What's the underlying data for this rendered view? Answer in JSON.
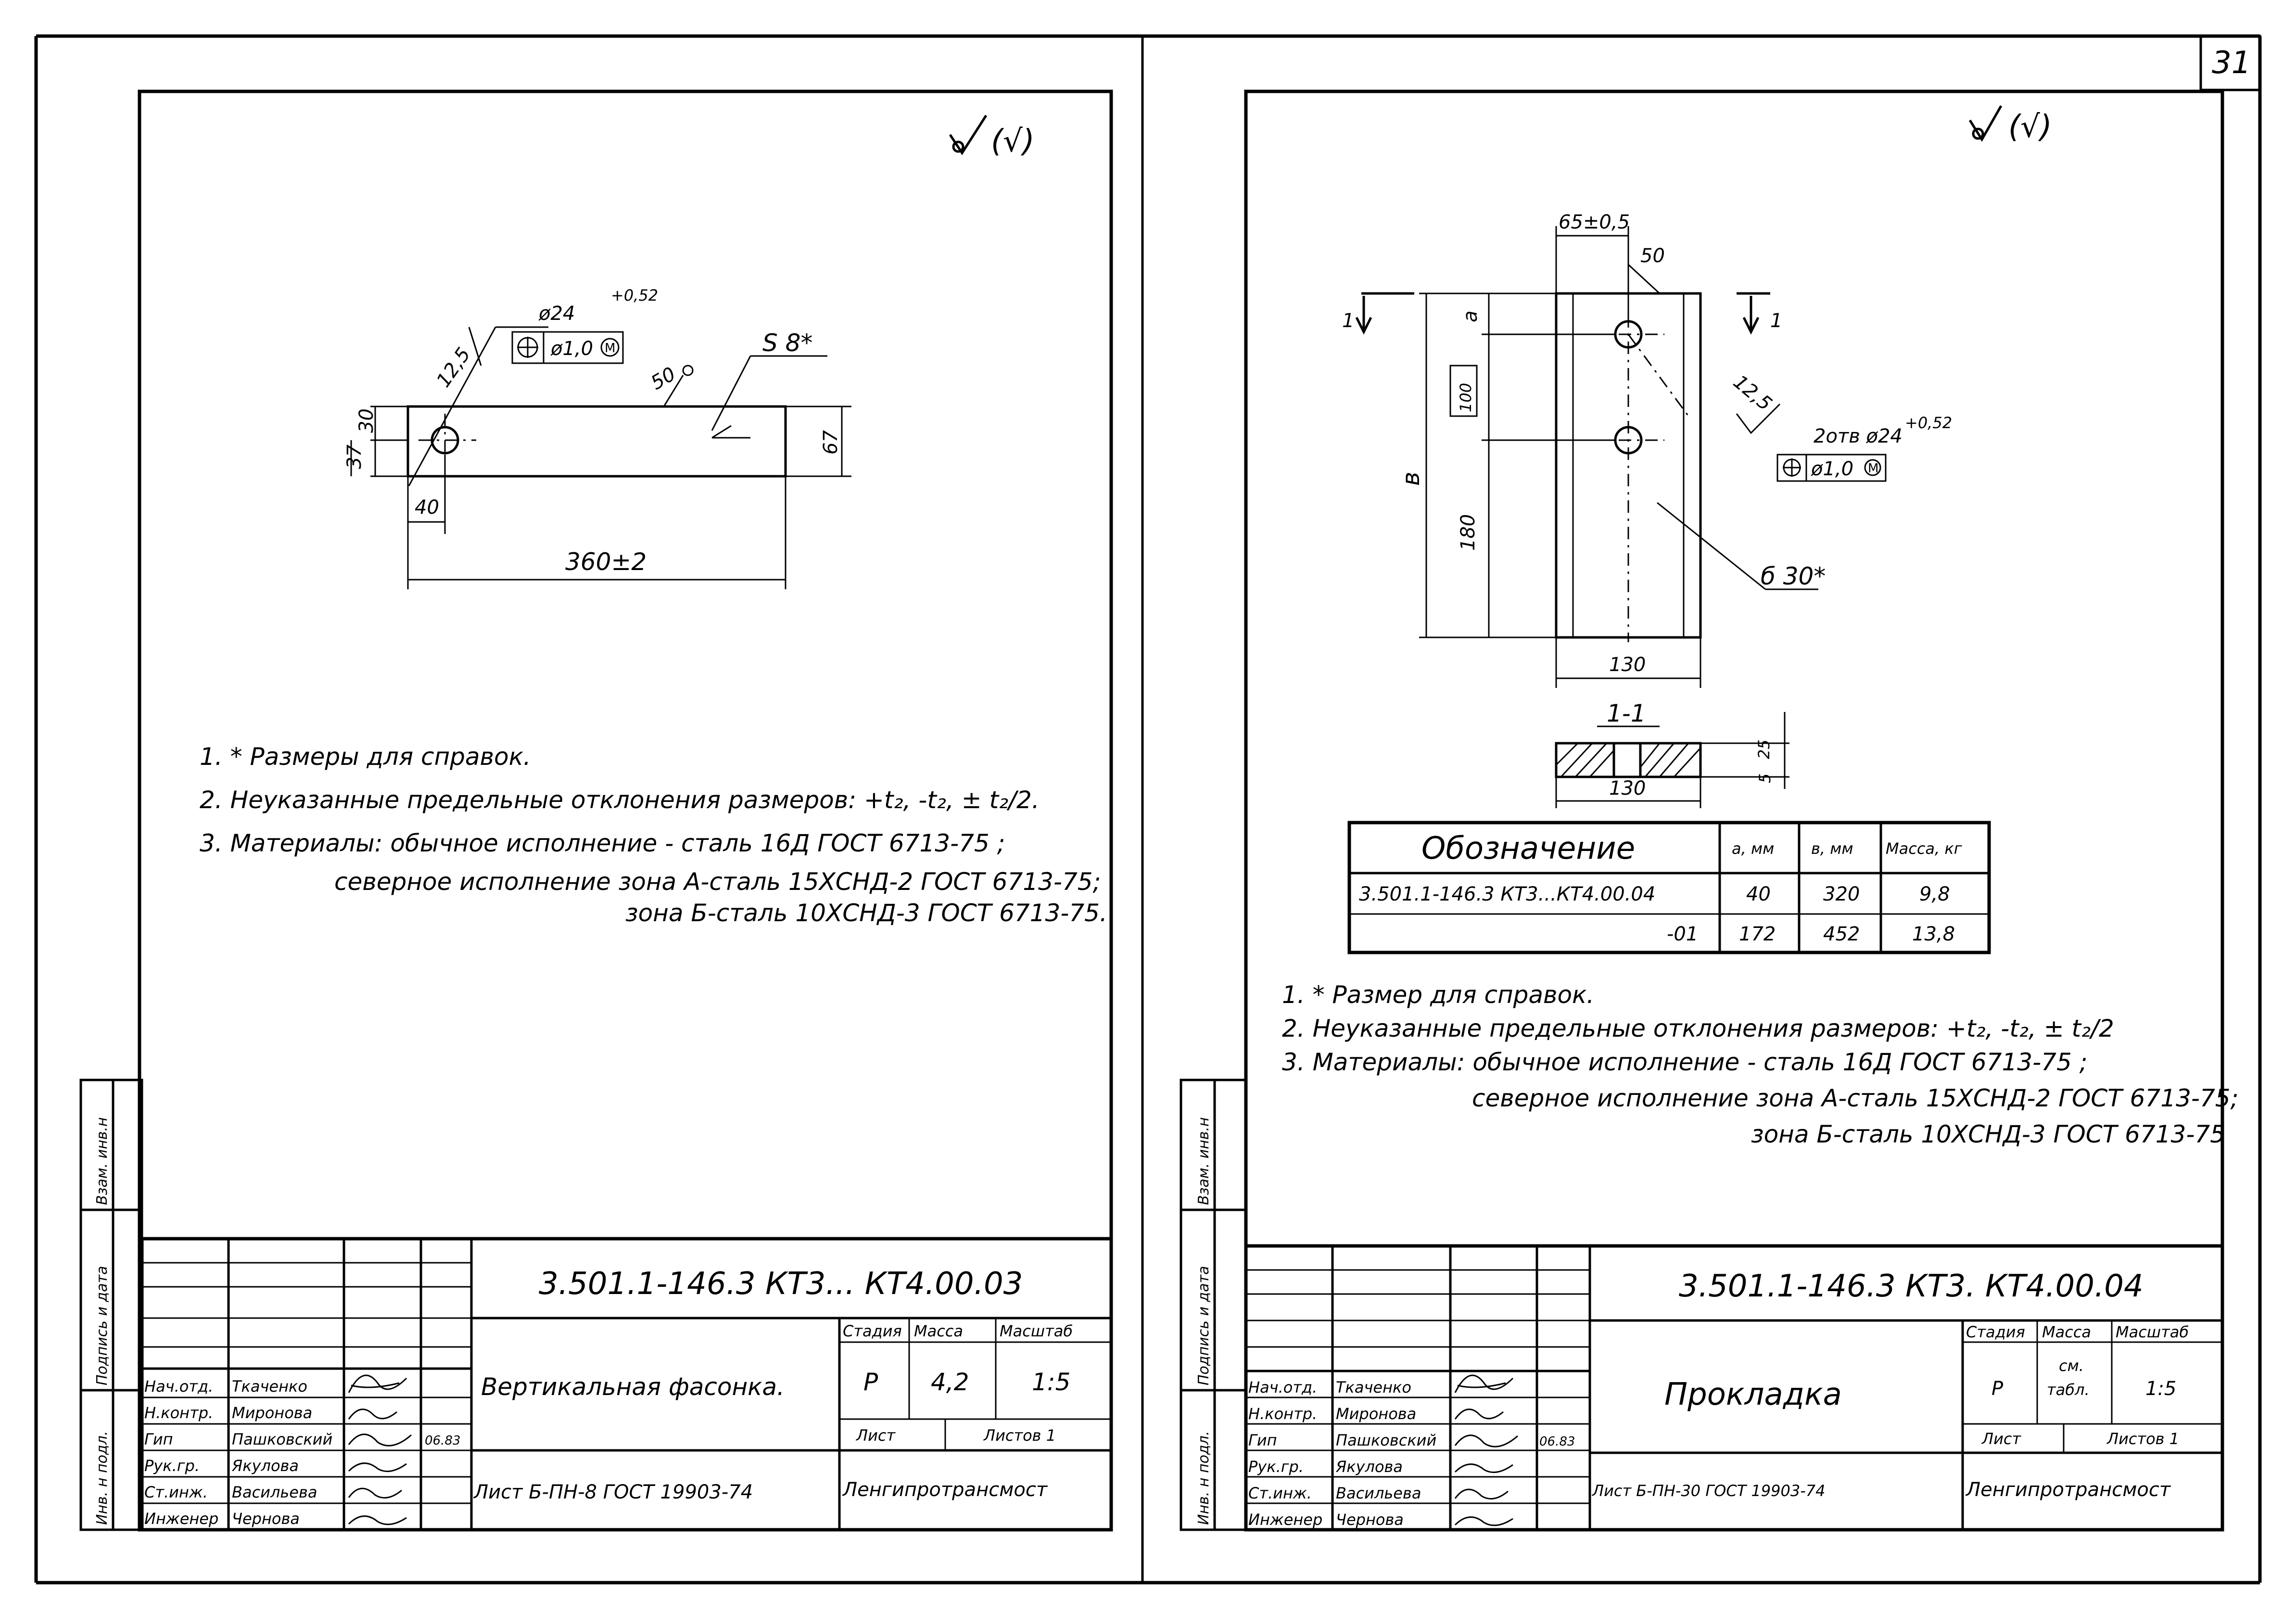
{
  "page_number": "31",
  "left_sheet": {
    "surface_mark": "(√)",
    "dimensions": {
      "hole": "ø24",
      "hole_tol": "+0,52",
      "position_tol": "ø1,0",
      "modifier": "M",
      "roughness": "12,5",
      "roughness_edge": "50",
      "thickness": "S 8*",
      "d37": "37",
      "d30": "30",
      "d67": "67",
      "d40": "40",
      "length": "360±2"
    },
    "notes": [
      "1. * Размеры для справок.",
      "2. Неуказанные предельные отклонения размеров: +t₂, -t₂, ± t₂/2.",
      "3. Материалы: обычное исполнение - сталь 16Д ГОСТ 6713-75 ;",
      "северное исполнение зона А-сталь 15ХСНД-2 ГОСТ 6713-75;",
      "зона Б-сталь 10ХСНД-3 ГОСТ 6713-75."
    ],
    "side_labels": [
      "Инв. н подл.",
      "Подпись и дата",
      "Взам. инв.н"
    ],
    "title_block": {
      "doc_code": "3.501.1-146.3  КТ3... КТ4.00.03",
      "title": "Вертикальная фасонка.",
      "reference": "Лист Б-ПН-8  ГОСТ 19903-74",
      "organization": "Ленгипротрансмост",
      "stage_label": "Стадия",
      "mass_label": "Масса",
      "scale_label": "Масштаб",
      "stage": "Р",
      "mass": "4,2",
      "scale": "1:5",
      "sheet_label": "Лист",
      "sheets_label": "Листов 1",
      "date_mark": "06.83",
      "staff": [
        {
          "role": "Нач.отд.",
          "name": "Ткаченко"
        },
        {
          "role": "Н.контр.",
          "name": "Миронова"
        },
        {
          "role": "Гип",
          "name": "Пашковский"
        },
        {
          "role": "Рук.гр.",
          "name": "Якулова"
        },
        {
          "role": "Ст.инж.",
          "name": "Васильева"
        },
        {
          "role": "Инженер",
          "name": "Чернова"
        }
      ]
    }
  },
  "right_sheet": {
    "surface_mark": "(√)",
    "dimensions": {
      "width_top": "65±0,5",
      "roughness_edge": "50",
      "a": "а",
      "b": "в",
      "d100": "100",
      "d180": "180",
      "roughness": "12,5",
      "holes": "2отв ø24",
      "hole_tol": "+0,52",
      "position_tol": "ø1,0",
      "modifier": "M",
      "thickness": "б 30*",
      "width": "130",
      "section_label": "1-1",
      "section_width": "130",
      "d25": "25",
      "d5": "5",
      "cut_mark": "1"
    },
    "spec_table": {
      "headers": [
        "Обозначение",
        "а, мм",
        "в, мм",
        "Масса, кг"
      ],
      "rows": [
        [
          "3.501.1-146.3  КТ3...КТ4.00.04",
          "40",
          "320",
          "9,8"
        ],
        [
          "-01",
          "172",
          "452",
          "13,8"
        ]
      ]
    },
    "notes": [
      "1. * Размер для справок.",
      "2. Неуказанные предельные отклонения размеров: +t₂, -t₂, ± t₂/2",
      "3. Материалы: обычное исполнение - сталь 16Д  ГОСТ 6713-75 ;",
      "северное исполнение зона А-сталь 15ХСНД-2 ГОСТ 6713-75;",
      "зона Б-сталь 10ХСНД-3 ГОСТ 6713-75"
    ],
    "side_labels": [
      "Инв. н подл.",
      "Подпись и дата",
      "Взам. инв.н"
    ],
    "title_block": {
      "doc_code": "3.501.1-146.3    КТ3. КТ4.00.04",
      "title": "Прокладка",
      "reference": "Лист Б-ПН-30  ГОСТ 19903-74",
      "organization": "Ленгипротрансмост",
      "stage_label": "Стадия",
      "mass_label": "Масса",
      "scale_label": "Масштаб",
      "stage": "Р",
      "mass_line1": "см.",
      "mass_line2": "табл.",
      "scale": "1:5",
      "sheet_label": "Лист",
      "sheets_label": "Листов 1",
      "date_mark": "06.83",
      "staff": [
        {
          "role": "Нач.отд.",
          "name": "Ткаченко"
        },
        {
          "role": "Н.контр.",
          "name": "Миронова"
        },
        {
          "role": "Гип",
          "name": "Пашковский"
        },
        {
          "role": "Рук.гр.",
          "name": "Якулова"
        },
        {
          "role": "Ст.инж.",
          "name": "Васильева"
        },
        {
          "role": "Инженер",
          "name": "Чернова"
        }
      ]
    }
  }
}
